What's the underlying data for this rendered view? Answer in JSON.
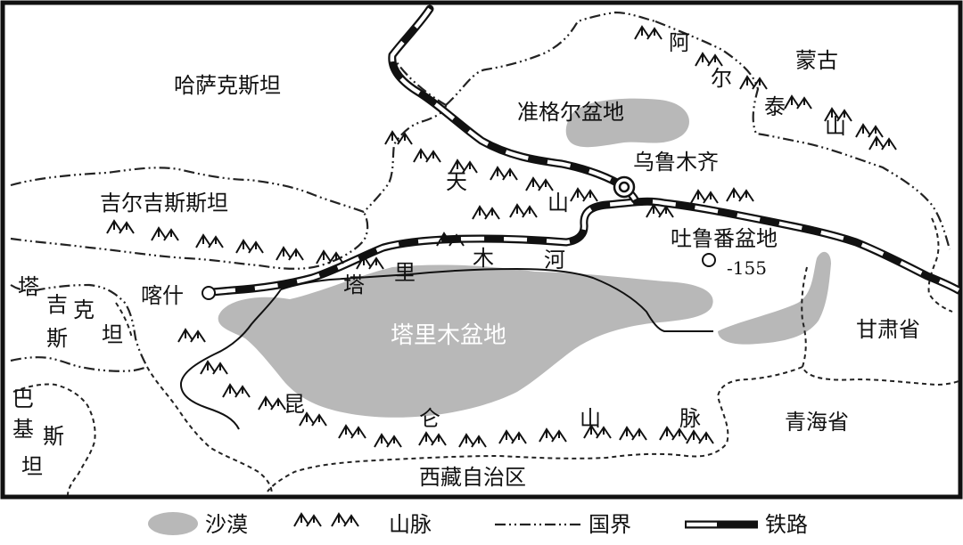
{
  "map": {
    "labels": {
      "kazakhstan": "哈萨克斯坦",
      "mongolia": "蒙古",
      "kyrgyzstan": "吉尔吉斯斯坦",
      "junggar_basin": "准格尔盆地",
      "urumqi": "乌鲁木齐",
      "altai_1": "阿",
      "altai_2": "尔",
      "altai_3": "泰",
      "altai_4": "山",
      "tianshan_1": "天",
      "tianshan_2": "山",
      "turpan_basin": "吐鲁番盆地",
      "turpan_elevation": "-155",
      "kashgar": "喀什",
      "tarim_river_1": "塔",
      "tarim_river_2": "里",
      "tarim_river_3": "木",
      "tarim_river_4": "河",
      "tarim_basin": "塔里木盆地",
      "tajikistan_1": "塔",
      "tajikistan_2": "吉",
      "tajikistan_3": "克",
      "tajikistan_4": "斯",
      "tajikistan_5": "坦",
      "pakistan_1": "巴",
      "pakistan_2": "基",
      "pakistan_3": "斯",
      "pakistan_4": "坦",
      "gansu": "甘肃省",
      "qinghai": "青海省",
      "kunlun_1": "昆",
      "kunlun_2": "仑",
      "kunlun_3": "山",
      "kunlun_4": "脉",
      "tibet": "西藏自治区"
    },
    "colors": {
      "desert": "#b8b8b8",
      "line": "#111111",
      "background": "#ffffff"
    }
  },
  "legend": {
    "desert": "沙漠",
    "mountains": "山脉",
    "border": "国界",
    "railway": "铁路"
  }
}
